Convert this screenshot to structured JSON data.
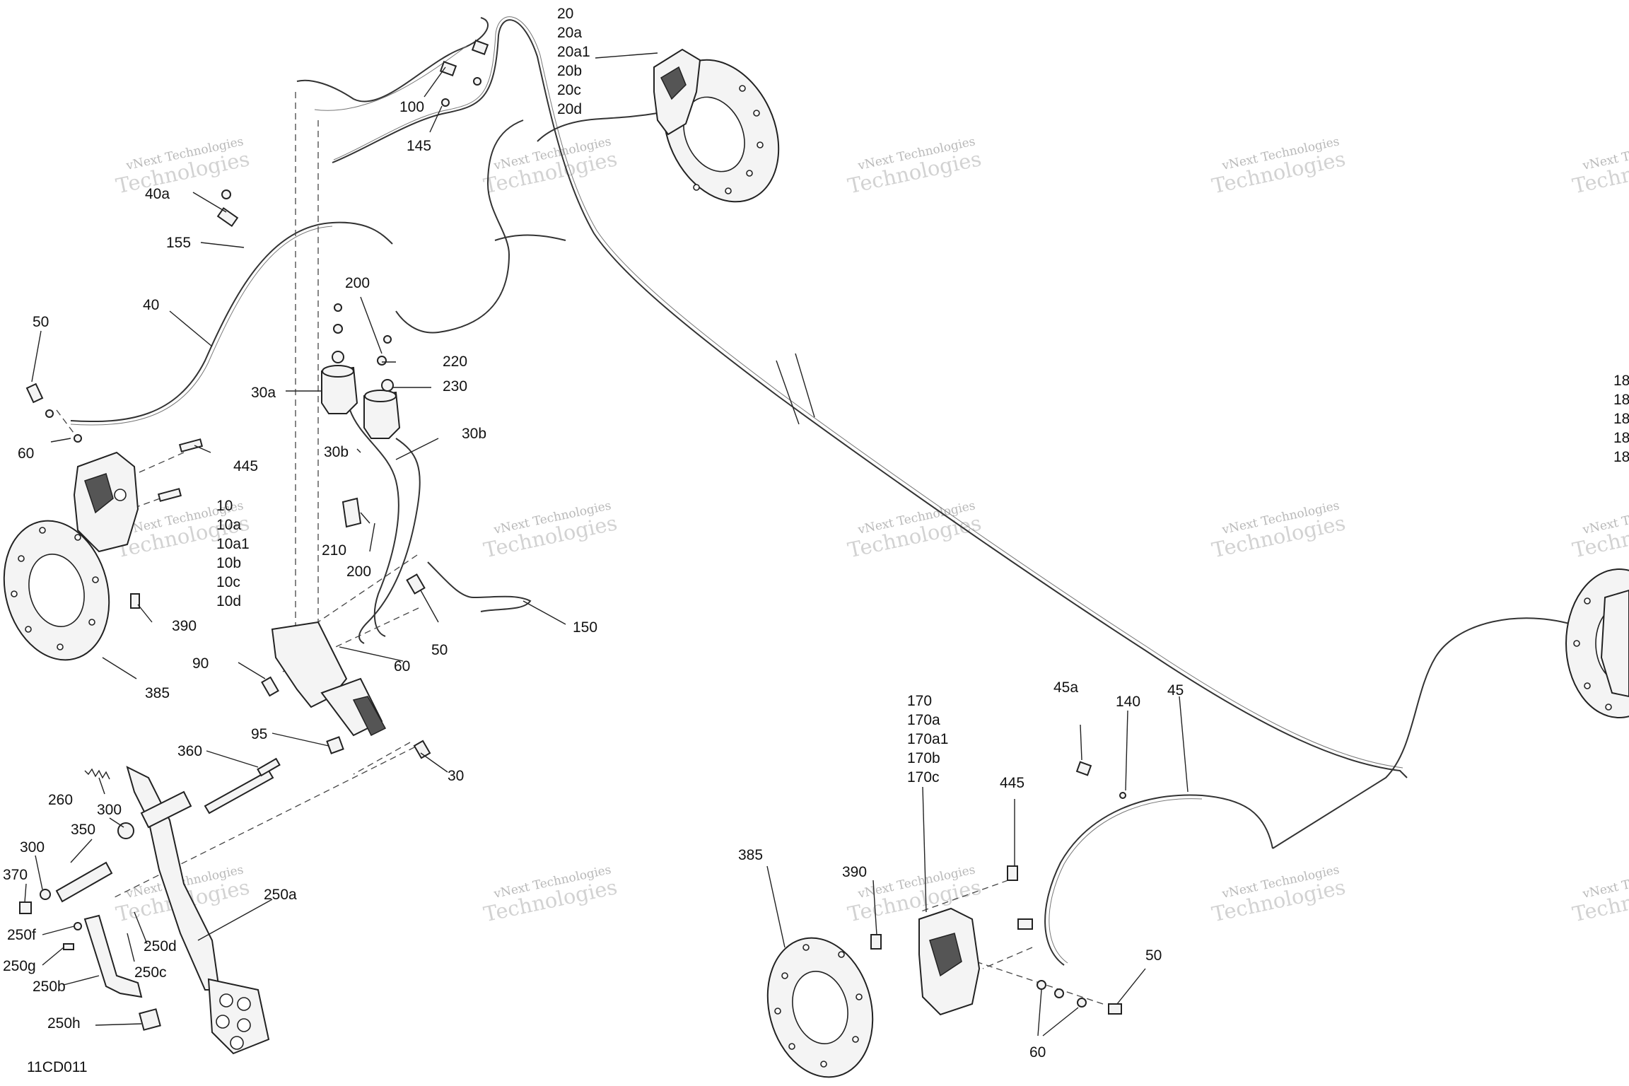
{
  "diagram": {
    "code": "11CD011",
    "watermark_line1": "vNext Technologies",
    "watermark_line2": "Technologies",
    "labels": {
      "l20": "20",
      "l20a": "20a",
      "l20a1": "20a1",
      "l20b": "20b",
      "l20c": "20c",
      "l20d": "20d",
      "l100": "100",
      "l145": "145",
      "l40a": "40a",
      "l155": "155",
      "l40": "40",
      "l50a": "50",
      "l60a": "60",
      "l200a": "200",
      "l220": "220",
      "l230": "230",
      "l30a": "30a",
      "l30b_left": "30b",
      "l30b_right": "30b",
      "l445a": "445",
      "l10": "10",
      "l10a": "10a",
      "l10a1": "10a1",
      "l10b": "10b",
      "l10c": "10c",
      "l10d": "10d",
      "l210": "210",
      "l200b": "200",
      "l390a": "390",
      "l385a": "385",
      "l150": "150",
      "l50b": "50",
      "l60b": "60",
      "l90": "90",
      "l95": "95",
      "l30": "30",
      "l360": "360",
      "l260": "260",
      "l300a": "300",
      "l350": "350",
      "l300b": "300",
      "l370": "370",
      "l250a": "250a",
      "l250f": "250f",
      "l250d": "250d",
      "l250g": "250g",
      "l250c": "250c",
      "l250b": "250b",
      "l250h": "250h",
      "l170": "170",
      "l170a": "170a",
      "l170a1": "170a1",
      "l170b": "170b",
      "l170c": "170c",
      "l45a": "45a",
      "l140": "140",
      "l45": "45",
      "l445b": "445",
      "l385b": "385",
      "l390b": "390",
      "l50c": "50",
      "l60c": "60",
      "l18_1": "18",
      "l18_2": "18",
      "l18_3": "18",
      "l18_4": "18",
      "l18_5": "18"
    }
  }
}
